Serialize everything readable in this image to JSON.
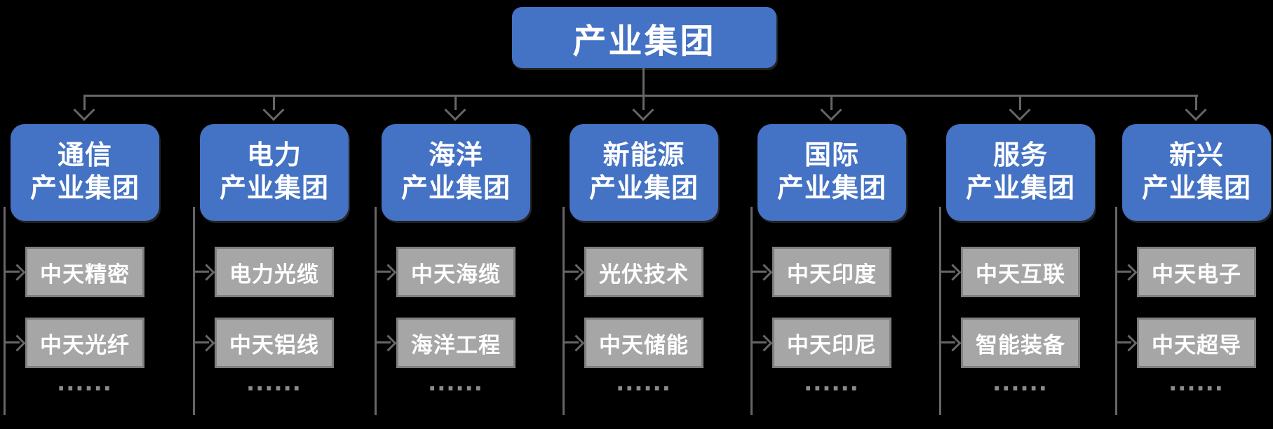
{
  "colors": {
    "background": "#000000",
    "node_blue": "#4472C4",
    "node_gray_fill": "#A6A6A6",
    "node_gray_border": "#7F7F7F",
    "connector": "#666666",
    "text": "#FFFFFF"
  },
  "root": {
    "label": "产业集团"
  },
  "columns": [
    {
      "title_line1": "通信",
      "title_line2": "产业集团",
      "children": [
        "中天精密",
        "中天光纤"
      ],
      "more": "......"
    },
    {
      "title_line1": "电力",
      "title_line2": "产业集团",
      "children": [
        "电力光缆",
        "中天铝线"
      ],
      "more": "......"
    },
    {
      "title_line1": "海洋",
      "title_line2": "产业集团",
      "children": [
        "中天海缆",
        "海洋工程"
      ],
      "more": "......"
    },
    {
      "title_line1": "新能源",
      "title_line2": "产业集团",
      "children": [
        "光伏技术",
        "中天储能"
      ],
      "more": "......"
    },
    {
      "title_line1": "国际",
      "title_line2": "产业集团",
      "children": [
        "中天印度",
        "中天印尼"
      ],
      "more": "......"
    },
    {
      "title_line1": "服务",
      "title_line2": "产业集团",
      "children": [
        "中天互联",
        "智能装备"
      ],
      "more": "......"
    },
    {
      "title_line1": "新兴",
      "title_line2": "产业集团",
      "children": [
        "中天电子",
        "中天超导"
      ],
      "more": "......"
    }
  ]
}
